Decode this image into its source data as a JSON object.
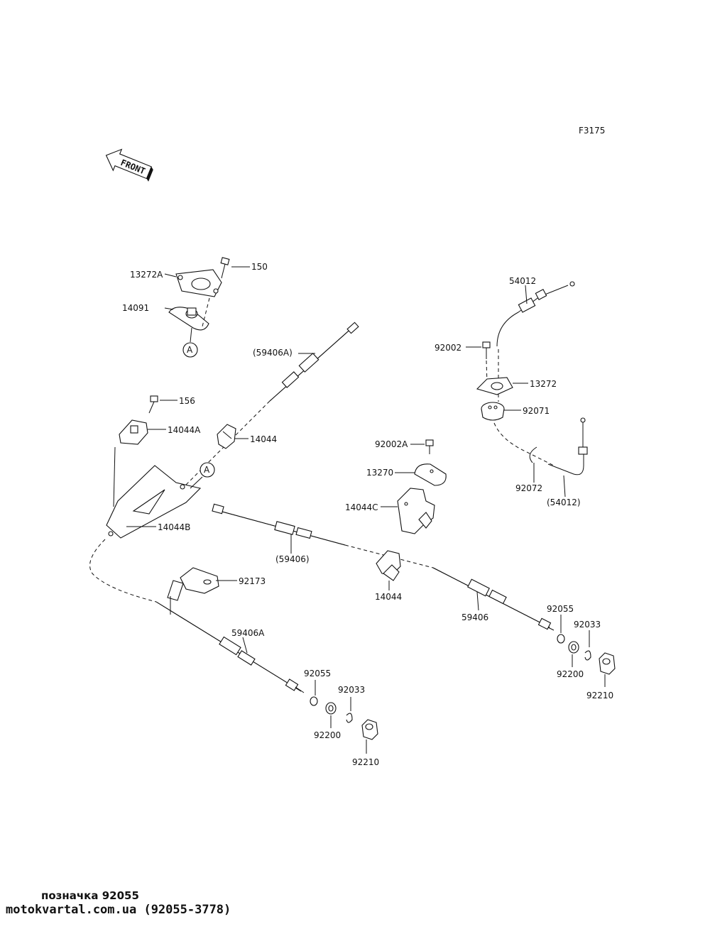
{
  "diagram": {
    "figure_code": "F3175",
    "front_label": "FRONT",
    "ref_marker": "A",
    "labels": {
      "p13272A": "13272A",
      "p150": "150",
      "p14091": "14091",
      "p59406A_paren": "(59406A)",
      "p156": "156",
      "p14044A": "14044A",
      "p14044_top": "14044",
      "p14044B": "14044B",
      "p54012": "54012",
      "p92002": "92002",
      "p13272": "13272",
      "p92071": "92071",
      "p92072": "92072",
      "p54012_paren": "(54012)",
      "p92002A": "92002A",
      "p13270": "13270",
      "p14044C": "14044C",
      "p59406_paren": "(59406)",
      "p14044_mid": "14044",
      "p92173": "92173",
      "p59406A": "59406A",
      "p92055_left": "92055",
      "p92033_left": "92033",
      "p92200_left": "92200",
      "p92210_left": "92210",
      "p59406": "59406",
      "p92055_right": "92055",
      "p92033_right": "92033",
      "p92200_right": "92200",
      "p92210_right": "92210"
    }
  },
  "caption": {
    "line1": "позначка 92055",
    "line2": "motokvartal.com.ua (92055-3778)"
  }
}
